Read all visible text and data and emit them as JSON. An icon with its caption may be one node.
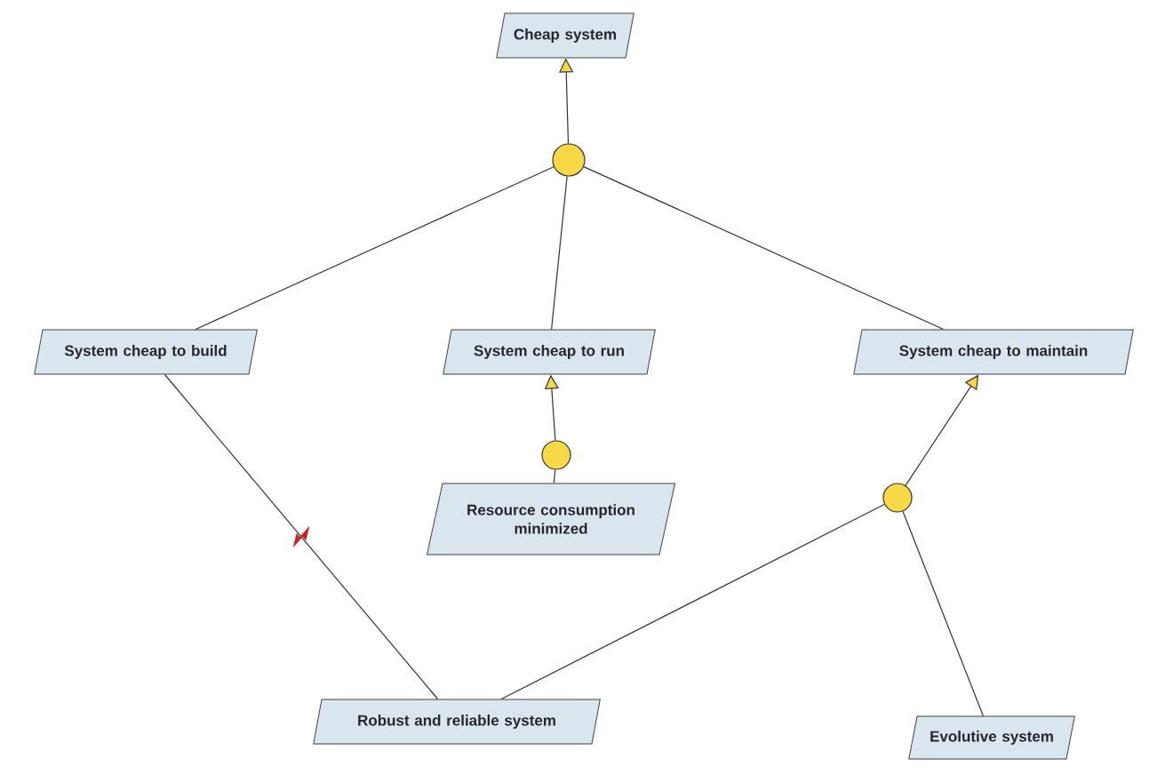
{
  "diagram": {
    "nodes": [
      {
        "text": [
          "Cheap system"
        ]
      },
      {
        "text": [],
        "shape": "circle"
      },
      {
        "text": [
          "System cheap to build"
        ]
      },
      {
        "text": [
          "System cheap to run"
        ]
      },
      {
        "text": [
          "System cheap to maintain"
        ]
      },
      {
        "text": [],
        "shape": "circle"
      },
      {
        "text": [
          "Resource consumption minimized"
        ]
      },
      {
        "text": [],
        "shape": "circle"
      },
      {
        "text": [
          "Robust and reliable system"
        ]
      },
      {
        "text": [
          "Evolutive system"
        ]
      }
    ],
    "edges": [
      {
        "from": 1,
        "to": 0,
        "arrow": "to"
      },
      {
        "from": 2,
        "to": 1,
        "arrow": "none"
      },
      {
        "from": 3,
        "to": 1,
        "arrow": "none"
      },
      {
        "from": 4,
        "to": 1,
        "arrow": "none"
      },
      {
        "from": 5,
        "to": 3,
        "arrow": "to"
      },
      {
        "from": 6,
        "to": 5,
        "arrow": "none"
      },
      {
        "from": 7,
        "to": 4,
        "arrow": "to"
      },
      {
        "from": 8,
        "to": 7,
        "arrow": "none"
      },
      {
        "from": 9,
        "to": 7,
        "arrow": "none"
      },
      {
        "from": 2,
        "to": 8,
        "arrow": "none"
      }
    ]
  }
}
